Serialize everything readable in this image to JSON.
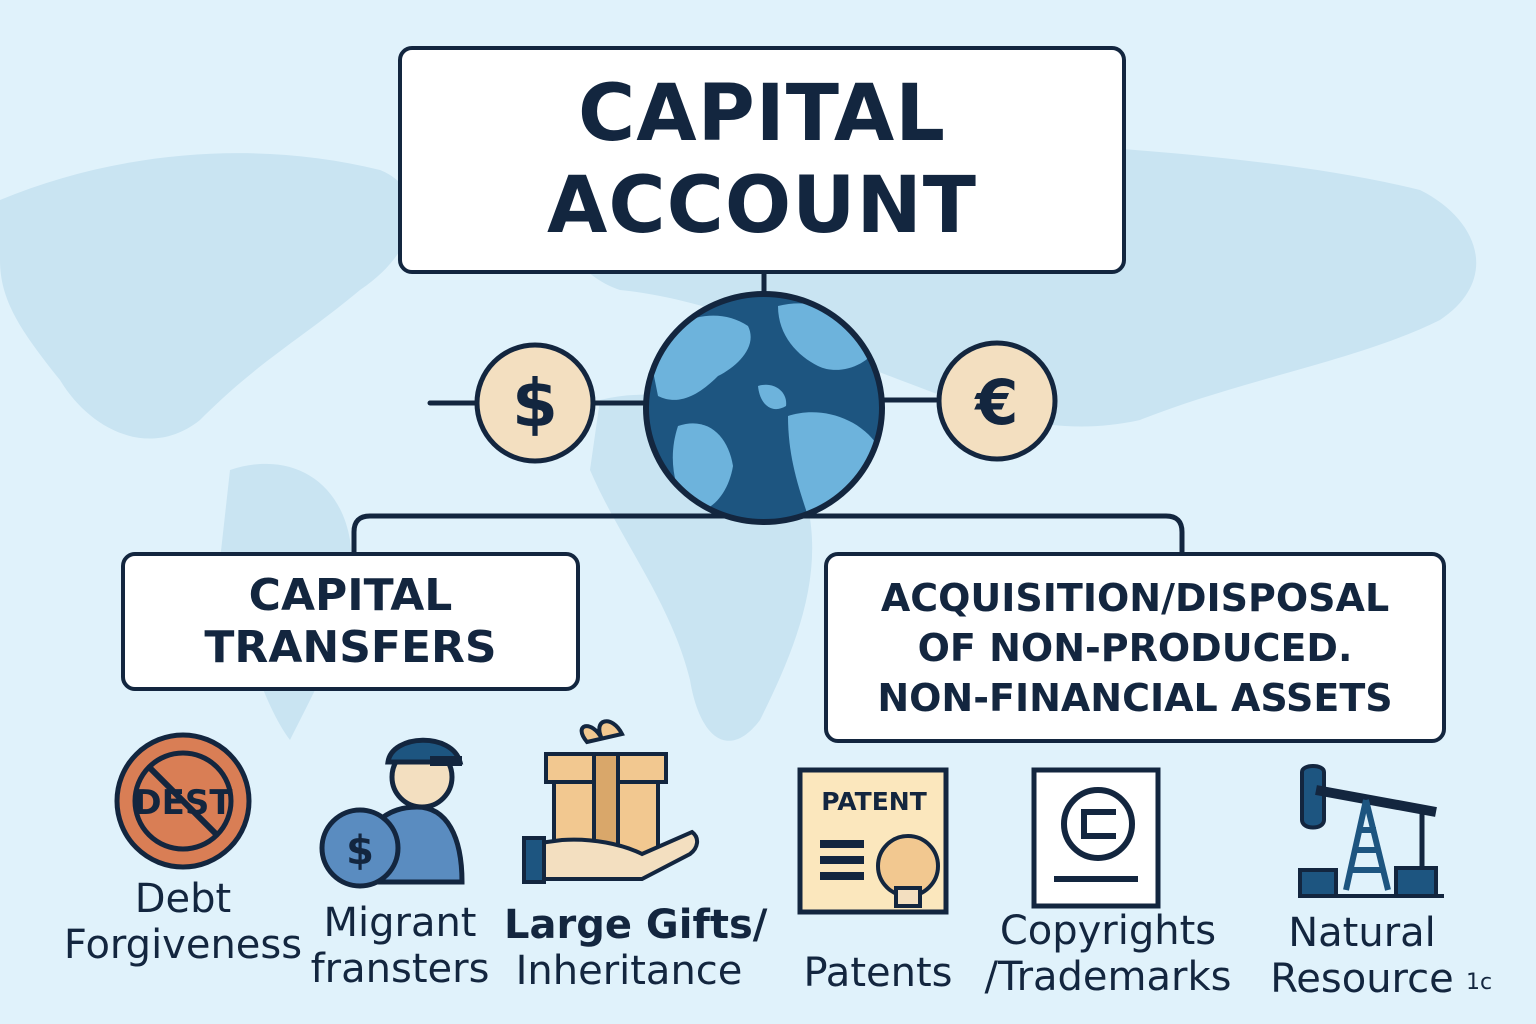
{
  "title": {
    "line1": "CAPITAL",
    "line2": "ACCOUNT"
  },
  "currencies": {
    "left": "$",
    "right": "€"
  },
  "branches": {
    "left": {
      "line1": "CAPITAL",
      "line2": "TRANSFERS",
      "items": [
        {
          "icon": "debt-forgiveness-icon",
          "stamp": "DEST",
          "line1": "Debt",
          "line2": "Forgiveness"
        },
        {
          "icon": "migrant-icon",
          "coin": "$",
          "line1": "Migrant",
          "line2": "fransters"
        },
        {
          "icon": "gift-hand-icon",
          "line1": "Large Gifts/",
          "line2": "Inheritance"
        }
      ]
    },
    "right": {
      "line1": "ACQUISITION/DISPOSAL",
      "line2": "OF NON-PRODUCED.",
      "line3": "NON-FINANCIAL ASSETS",
      "items": [
        {
          "icon": "patent-certificate-icon",
          "doc_label": "PATENT",
          "line1": "Patents"
        },
        {
          "icon": "copyright-icon",
          "line1": "Copyrights",
          "line2": "/Trademarks"
        },
        {
          "icon": "oil-pump-icon",
          "line1": "Natural",
          "line2": "Resource"
        }
      ]
    }
  },
  "corner_mark": "1c",
  "colors": {
    "background": "#e0f2fb",
    "navy": "#13263f",
    "ocean": "#1d5580",
    "land": "#6db3dc",
    "coin": "#f3dfc0",
    "terracotta": "#d97e55",
    "gift": "#f2c890",
    "uniform": "#5a8cc0"
  }
}
